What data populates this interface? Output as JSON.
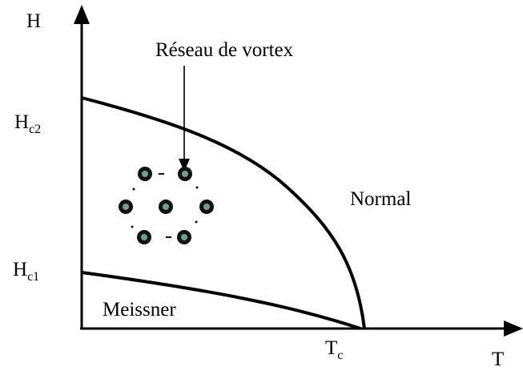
{
  "axes": {
    "y_label": "H",
    "x_label": "T"
  },
  "ticks": {
    "hc2": {
      "main": "H",
      "sub": "c2"
    },
    "hc1": {
      "main": "H",
      "sub": "c1"
    },
    "tc": {
      "main": "T",
      "sub": "c"
    }
  },
  "regions": {
    "vortex": "Réseau de vortex",
    "normal": "Normal",
    "meissner": "Meissner"
  },
  "colors": {
    "line": "#000000",
    "vortex_core": "#2f6e5a",
    "vortex_ring": "#111111"
  }
}
